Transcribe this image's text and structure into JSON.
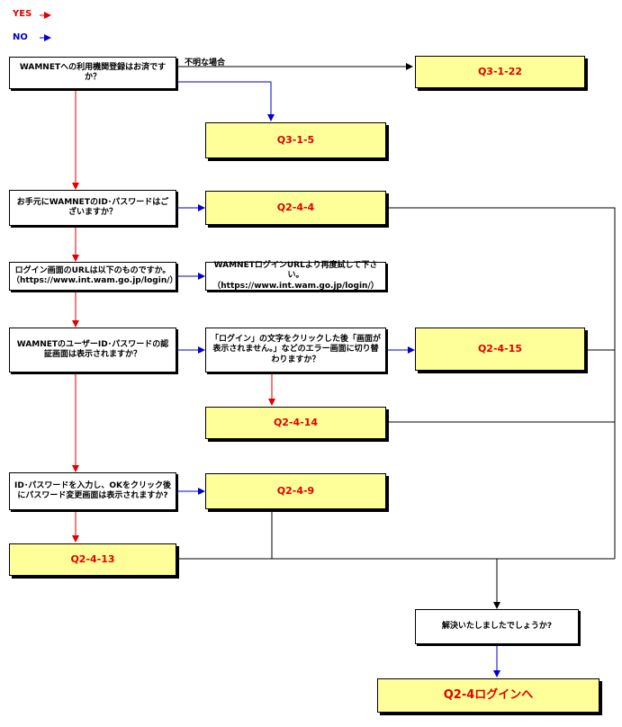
{
  "legend": {
    "yes_label": "YES",
    "yes_arrow": "→",
    "yes_color": "#e00000",
    "no_label": "NO",
    "no_arrow": "→",
    "no_color": "#0000cc"
  },
  "notes": {
    "unknown_case": "不明な場合"
  },
  "questions": {
    "q_registered": "WAMNETへの利用機関登録はお済ですか？",
    "q_have_id": "お手元にWAMNETのID･パスワードはございますか？",
    "q_login_url": "ログイン画面のURLは以下のものですか。（https://www.int.wam.go.jp/login/）",
    "q_auth_screen": "WAMNETのユーザーID･パスワードの認証画面は表示されますか？",
    "q_click_login": "「ログイン」の文字をクリックした後「画面が表示されません。」などのエラー画面に切り替わりますか？",
    "q_pw_change": "ID･パスワードを入力し、OKをクリック後にパスワード変更画面は表示されますか?",
    "q_resolved": "解決いたしましたでしょうか?"
  },
  "answers": {
    "a_q3_1_22": "Q3-1-22",
    "a_q3_1_5": "Q3-1-5",
    "a_q2_4_4": "Q2-4-4",
    "a_retry_url": "WAMNETログインURLより再度試して下さい。（https://www.int.wam.go.jp/login/）",
    "a_q2_4_15": "Q2-4-15",
    "a_q2_4_14": "Q2-4-14",
    "a_q2_4_9": "Q2-4-9",
    "a_q2_4_13": "Q2-4-13",
    "a_q2_4_login": "Q2-4ログインへ"
  }
}
